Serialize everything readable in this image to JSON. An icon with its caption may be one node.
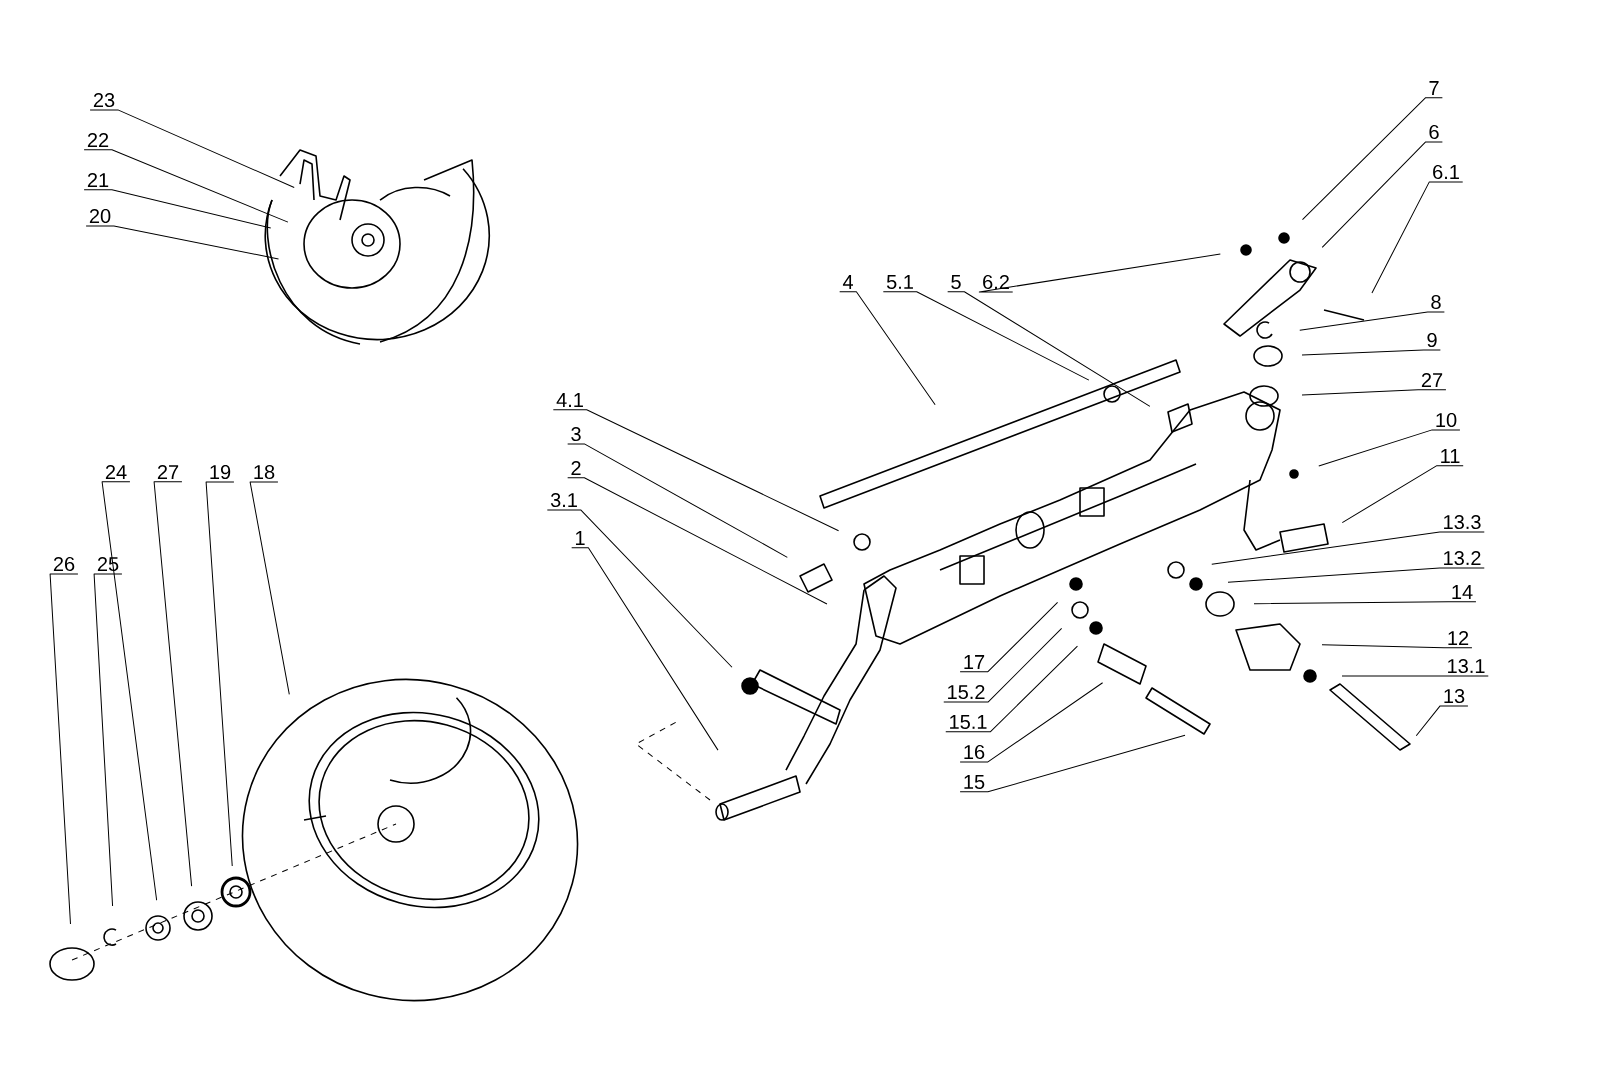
{
  "diagram": {
    "nodes": [
      {
        "text": [
          "23"
        ]
      },
      {
        "text": [
          "22"
        ]
      },
      {
        "text": [
          "21"
        ]
      },
      {
        "text": [
          "20"
        ]
      },
      {
        "text": [
          "7"
        ]
      },
      {
        "text": [
          "6"
        ]
      },
      {
        "text": [
          "6.1"
        ]
      },
      {
        "text": [
          "4"
        ]
      },
      {
        "text": [
          "5.1"
        ]
      },
      {
        "text": [
          "5"
        ]
      },
      {
        "text": [
          "6.2"
        ]
      },
      {
        "text": [
          "8"
        ]
      },
      {
        "text": [
          "9"
        ]
      },
      {
        "text": [
          "27"
        ]
      },
      {
        "text": [
          "10"
        ]
      },
      {
        "text": [
          "4.1"
        ]
      },
      {
        "text": [
          "3"
        ]
      },
      {
        "text": [
          "2"
        ]
      },
      {
        "text": [
          "3.1"
        ]
      },
      {
        "text": [
          "11"
        ]
      },
      {
        "text": [
          "13.3"
        ]
      },
      {
        "text": [
          "13.2"
        ]
      },
      {
        "text": [
          "14"
        ]
      },
      {
        "text": [
          "24"
        ]
      },
      {
        "text": [
          "27"
        ]
      },
      {
        "text": [
          "19"
        ]
      },
      {
        "text": [
          "18"
        ]
      },
      {
        "text": [
          "26"
        ]
      },
      {
        "text": [
          "25"
        ]
      },
      {
        "text": [
          "1"
        ]
      },
      {
        "text": [
          "17"
        ]
      },
      {
        "text": [
          "12"
        ]
      },
      {
        "text": [
          "15.2"
        ]
      },
      {
        "text": [
          "13.1"
        ]
      },
      {
        "text": [
          "15.1"
        ]
      },
      {
        "text": [
          "13"
        ]
      },
      {
        "text": [
          "16"
        ]
      },
      {
        "text": [
          "15"
        ]
      }
    ],
    "edges": [
      {
        "from": 0,
        "to": null,
        "arrow": "none"
      },
      {
        "from": 1,
        "to": null,
        "arrow": "none"
      },
      {
        "from": 2,
        "to": null,
        "arrow": "none"
      },
      {
        "from": 3,
        "to": null,
        "arrow": "none"
      },
      {
        "from": 4,
        "to": null,
        "arrow": "none"
      },
      {
        "from": 5,
        "to": null,
        "arrow": "none"
      },
      {
        "from": 6,
        "to": null,
        "arrow": "none"
      },
      {
        "from": 7,
        "to": null,
        "arrow": "none"
      },
      {
        "from": 8,
        "to": null,
        "arrow": "none"
      },
      {
        "from": 9,
        "to": null,
        "arrow": "none"
      },
      {
        "from": 10,
        "to": null,
        "arrow": "none"
      },
      {
        "from": 11,
        "to": null,
        "arrow": "none"
      },
      {
        "from": 12,
        "to": null,
        "arrow": "none"
      },
      {
        "from": 13,
        "to": null,
        "arrow": "none"
      },
      {
        "from": 14,
        "to": null,
        "arrow": "none"
      },
      {
        "from": 15,
        "to": null,
        "arrow": "none"
      },
      {
        "from": 16,
        "to": null,
        "arrow": "none"
      },
      {
        "from": 17,
        "to": null,
        "arrow": "none"
      },
      {
        "from": 18,
        "to": null,
        "arrow": "none"
      },
      {
        "from": 19,
        "to": null,
        "arrow": "none"
      },
      {
        "from": 20,
        "to": null,
        "arrow": "none"
      },
      {
        "from": 21,
        "to": null,
        "arrow": "none"
      },
      {
        "from": 22,
        "to": null,
        "arrow": "none"
      },
      {
        "from": 23,
        "to": null,
        "arrow": "none"
      },
      {
        "from": 24,
        "to": null,
        "arrow": "none"
      },
      {
        "from": 25,
        "to": null,
        "arrow": "none"
      },
      {
        "from": 26,
        "to": null,
        "arrow": "none"
      },
      {
        "from": 27,
        "to": null,
        "arrow": "none"
      },
      {
        "from": 28,
        "to": null,
        "arrow": "none"
      },
      {
        "from": 29,
        "to": null,
        "arrow": "none"
      },
      {
        "from": 30,
        "to": null,
        "arrow": "none"
      },
      {
        "from": 31,
        "to": null,
        "arrow": "none"
      },
      {
        "from": 32,
        "to": null,
        "arrow": "none"
      },
      {
        "from": 33,
        "to": null,
        "arrow": "none"
      },
      {
        "from": 34,
        "to": null,
        "arrow": "none"
      },
      {
        "from": 35,
        "to": null,
        "arrow": "none"
      },
      {
        "from": 36,
        "to": null,
        "arrow": "none"
      },
      {
        "from": 37,
        "to": null,
        "arrow": "none"
      }
    ]
  }
}
